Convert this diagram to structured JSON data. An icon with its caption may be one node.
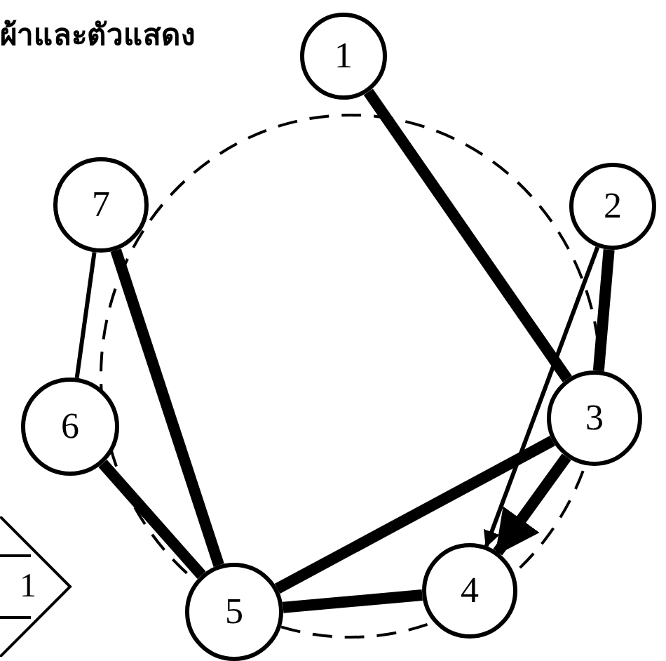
{
  "diagram": {
    "title": "ผ้าและตัวแสดง",
    "nodes": [
      {
        "text": [
          "1"
        ]
      },
      {
        "text": [
          "2"
        ]
      },
      {
        "text": [
          "3"
        ]
      },
      {
        "text": [
          "4"
        ]
      },
      {
        "text": [
          "5"
        ]
      },
      {
        "text": [
          "6"
        ]
      },
      {
        "text": [
          "7"
        ]
      },
      {
        "text": [
          "1"
        ]
      }
    ],
    "edges": [
      {
        "from": 0,
        "to": 2,
        "arrow": "none"
      },
      {
        "from": 1,
        "to": 2,
        "arrow": "none"
      },
      {
        "from": 1,
        "to": 3,
        "arrow": "to"
      },
      {
        "from": 2,
        "to": 3,
        "arrow": "to"
      },
      {
        "from": 2,
        "to": 4,
        "arrow": "none"
      },
      {
        "from": 4,
        "to": 3,
        "arrow": "none"
      },
      {
        "from": 6,
        "to": 4,
        "arrow": "none"
      },
      {
        "from": 5,
        "to": 4,
        "arrow": "none"
      },
      {
        "from": 6,
        "to": 5,
        "arrow": "none"
      }
    ]
  }
}
